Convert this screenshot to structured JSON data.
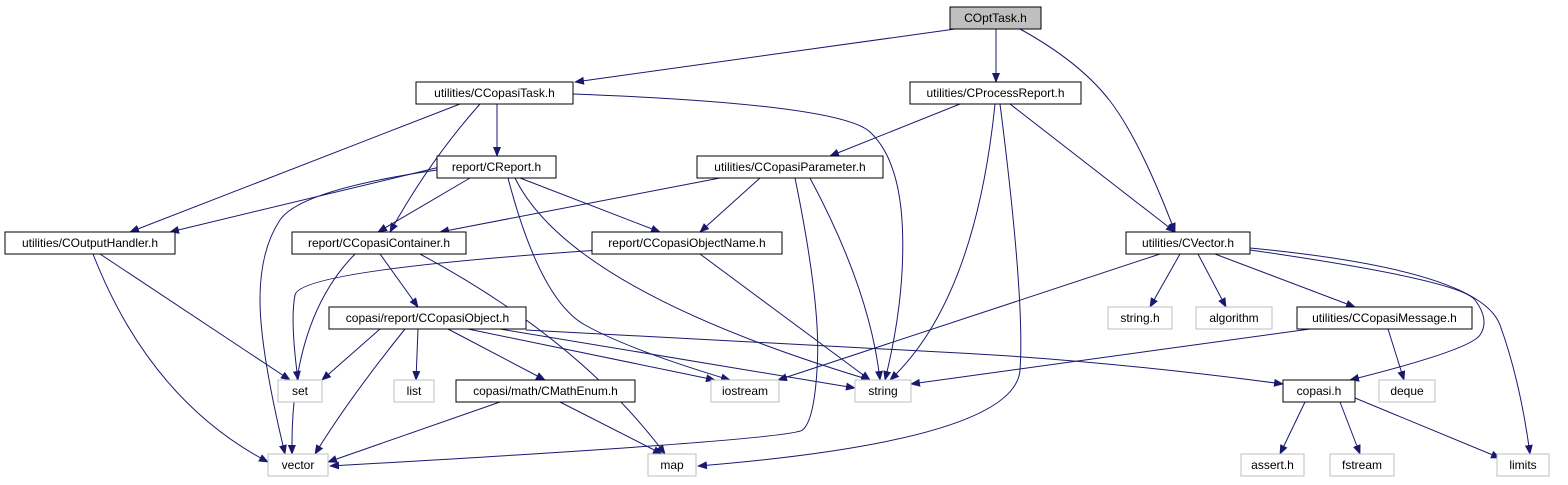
{
  "graph": {
    "edge_color": "#191970",
    "root_fill": "#bfbfbf",
    "external_border": "#bfbfbf",
    "nodes": [
      {
        "id": "copttask",
        "label": "COptTask.h",
        "kind": "root"
      },
      {
        "id": "ccopasitask",
        "label": "utilities/CCopasiTask.h",
        "kind": "file"
      },
      {
        "id": "cprocessreport",
        "label": "utilities/CProcessReport.h",
        "kind": "file"
      },
      {
        "id": "creport",
        "label": "report/CReport.h",
        "kind": "file"
      },
      {
        "id": "ccopasiparameter",
        "label": "utilities/CCopasiParameter.h",
        "kind": "file"
      },
      {
        "id": "coutputhandler",
        "label": "utilities/COutputHandler.h",
        "kind": "file"
      },
      {
        "id": "ccopasicontainer",
        "label": "report/CCopasiContainer.h",
        "kind": "file"
      },
      {
        "id": "ccopasiobjectname",
        "label": "report/CCopasiObjectName.h",
        "kind": "file"
      },
      {
        "id": "cvector",
        "label": "utilities/CVector.h",
        "kind": "file"
      },
      {
        "id": "ccopasiobject",
        "label": "copasi/report/CCopasiObject.h",
        "kind": "file"
      },
      {
        "id": "ccopasimessage",
        "label": "utilities/CCopasiMessage.h",
        "kind": "file"
      },
      {
        "id": "cmathenum",
        "label": "copasi/math/CMathEnum.h",
        "kind": "file"
      },
      {
        "id": "copasi",
        "label": "copasi.h",
        "kind": "file"
      },
      {
        "id": "string_h",
        "label": "string.h",
        "kind": "external"
      },
      {
        "id": "algorithm",
        "label": "algorithm",
        "kind": "external"
      },
      {
        "id": "set",
        "label": "set",
        "kind": "external"
      },
      {
        "id": "list",
        "label": "list",
        "kind": "external"
      },
      {
        "id": "iostream",
        "label": "iostream",
        "kind": "external"
      },
      {
        "id": "string",
        "label": "string",
        "kind": "external"
      },
      {
        "id": "deque",
        "label": "deque",
        "kind": "external"
      },
      {
        "id": "vector",
        "label": "vector",
        "kind": "external"
      },
      {
        "id": "map",
        "label": "map",
        "kind": "external"
      },
      {
        "id": "assert",
        "label": "assert.h",
        "kind": "external"
      },
      {
        "id": "fstream",
        "label": "fstream",
        "kind": "external"
      },
      {
        "id": "limits",
        "label": "limits",
        "kind": "external"
      }
    ],
    "edges": [
      {
        "from": "copttask",
        "to": "ccopasitask"
      },
      {
        "from": "copttask",
        "to": "cprocessreport"
      },
      {
        "from": "copttask",
        "to": "cvector"
      },
      {
        "from": "ccopasitask",
        "to": "creport"
      },
      {
        "from": "ccopasitask",
        "to": "coutputhandler"
      },
      {
        "from": "ccopasitask",
        "to": "ccopasicontainer"
      },
      {
        "from": "ccopasitask",
        "to": "string"
      },
      {
        "from": "cprocessreport",
        "to": "ccopasiparameter"
      },
      {
        "from": "cprocessreport",
        "to": "cvector"
      },
      {
        "from": "cprocessreport",
        "to": "string"
      },
      {
        "from": "cprocessreport",
        "to": "map"
      },
      {
        "from": "creport",
        "to": "coutputhandler"
      },
      {
        "from": "creport",
        "to": "ccopasicontainer"
      },
      {
        "from": "creport",
        "to": "ccopasiobjectname"
      },
      {
        "from": "creport",
        "to": "vector"
      },
      {
        "from": "creport",
        "to": "iostream"
      },
      {
        "from": "creport",
        "to": "string"
      },
      {
        "from": "ccopasiparameter",
        "to": "ccopasicontainer"
      },
      {
        "from": "ccopasiparameter",
        "to": "ccopasiobjectname"
      },
      {
        "from": "ccopasiparameter",
        "to": "vector"
      },
      {
        "from": "ccopasiparameter",
        "to": "string"
      },
      {
        "from": "coutputhandler",
        "to": "set"
      },
      {
        "from": "coutputhandler",
        "to": "vector"
      },
      {
        "from": "ccopasicontainer",
        "to": "ccopasiobject"
      },
      {
        "from": "ccopasicontainer",
        "to": "vector"
      },
      {
        "from": "ccopasicontainer",
        "to": "map"
      },
      {
        "from": "ccopasiobjectname",
        "to": "set"
      },
      {
        "from": "ccopasiobjectname",
        "to": "string"
      },
      {
        "from": "cvector",
        "to": "string_h"
      },
      {
        "from": "cvector",
        "to": "algorithm"
      },
      {
        "from": "cvector",
        "to": "ccopasimessage"
      },
      {
        "from": "cvector",
        "to": "iostream"
      },
      {
        "from": "cvector",
        "to": "copasi"
      },
      {
        "from": "cvector",
        "to": "limits"
      },
      {
        "from": "ccopasiobject",
        "to": "set"
      },
      {
        "from": "ccopasiobject",
        "to": "list"
      },
      {
        "from": "ccopasiobject",
        "to": "cmathenum"
      },
      {
        "from": "ccopasiobject",
        "to": "iostream"
      },
      {
        "from": "ccopasiobject",
        "to": "string"
      },
      {
        "from": "ccopasiobject",
        "to": "copasi"
      },
      {
        "from": "ccopasiobject",
        "to": "vector"
      },
      {
        "from": "ccopasimessage",
        "to": "string"
      },
      {
        "from": "ccopasimessage",
        "to": "deque"
      },
      {
        "from": "cmathenum",
        "to": "vector"
      },
      {
        "from": "cmathenum",
        "to": "map"
      },
      {
        "from": "copasi",
        "to": "assert"
      },
      {
        "from": "copasi",
        "to": "fstream"
      },
      {
        "from": "copasi",
        "to": "limits"
      }
    ]
  }
}
